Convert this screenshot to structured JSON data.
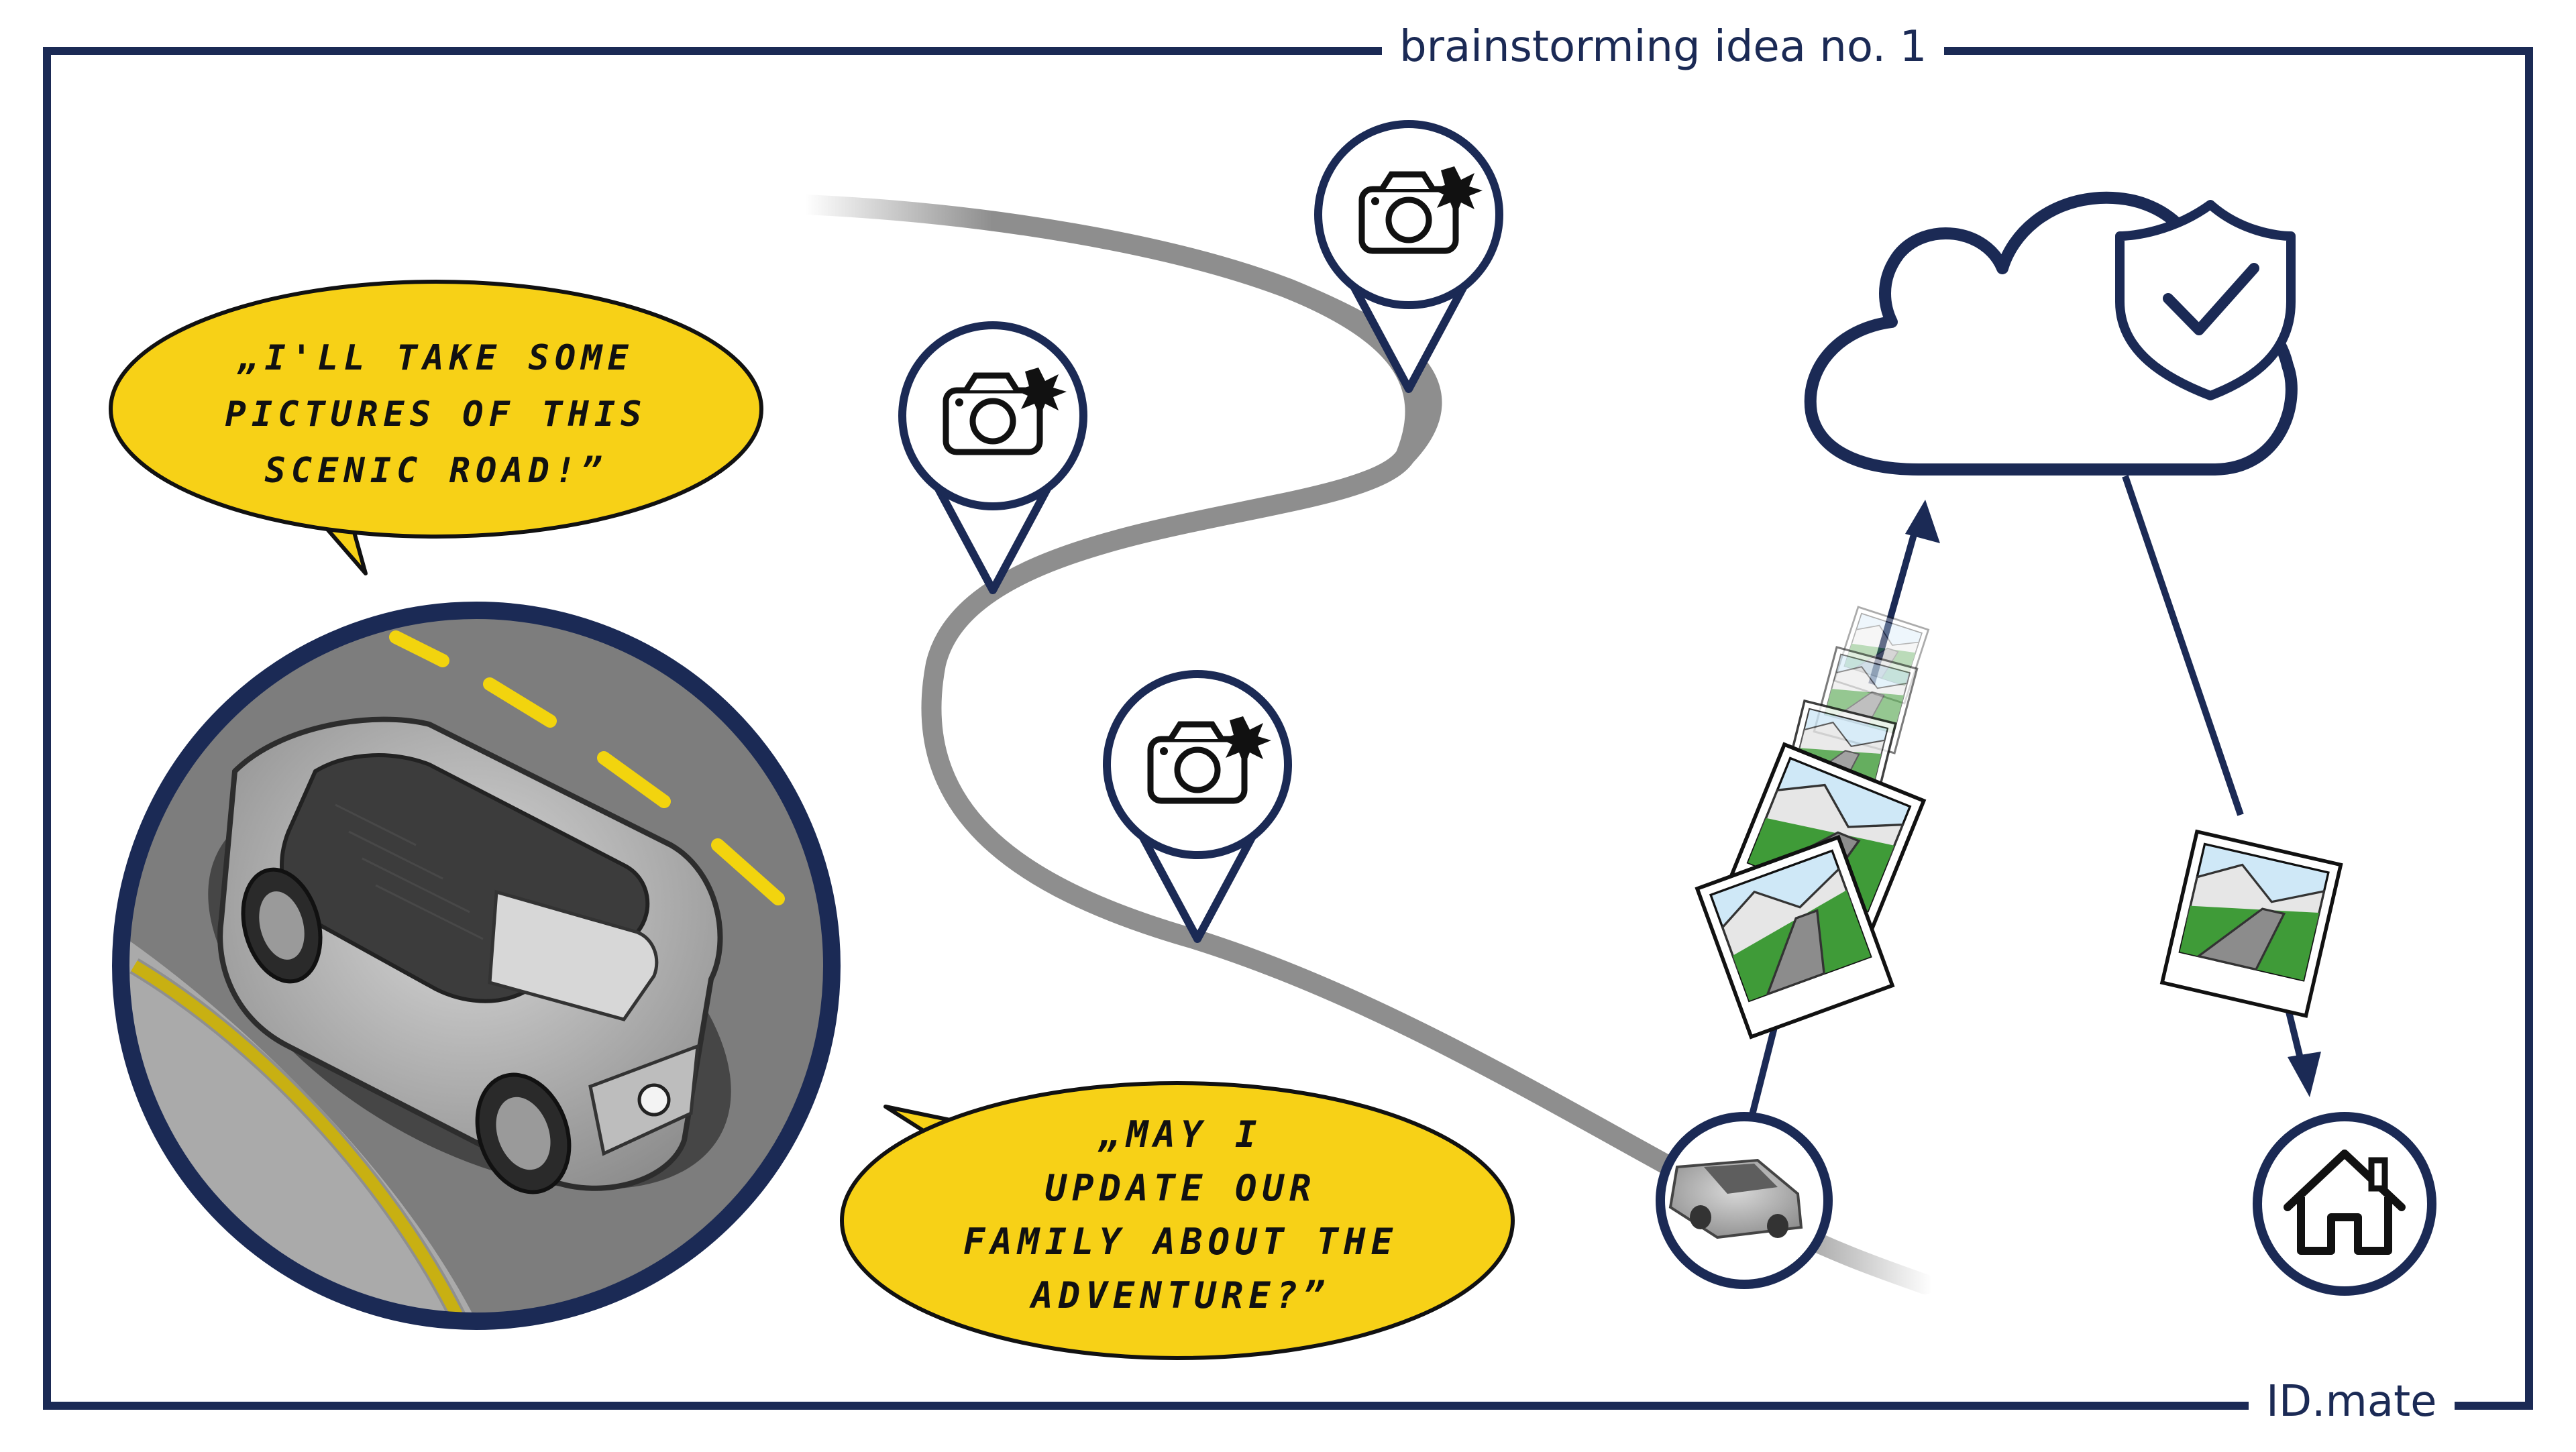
{
  "frame": {
    "title": "brainstorming idea no. 1",
    "brand": "ID.mate"
  },
  "bubble_top": {
    "lines": [
      "„I'll take some",
      "pictures of this",
      "scenic road!”"
    ]
  },
  "bubble_bottom": {
    "lines": [
      "„May I",
      "update our",
      "family about the",
      "adventure?”"
    ]
  },
  "icons": [
    "camera-pin-icon",
    "cloud-icon",
    "shield-check-icon",
    "home-icon",
    "photo-icon",
    "car-thumbnail-icon"
  ],
  "colors": {
    "navy": "#1b2a55",
    "bubble_yellow": "#f7d117",
    "road_gray": "#8e8e8e",
    "lane_yellow": "#f2d40e",
    "grass_green": "#3f9b38"
  }
}
